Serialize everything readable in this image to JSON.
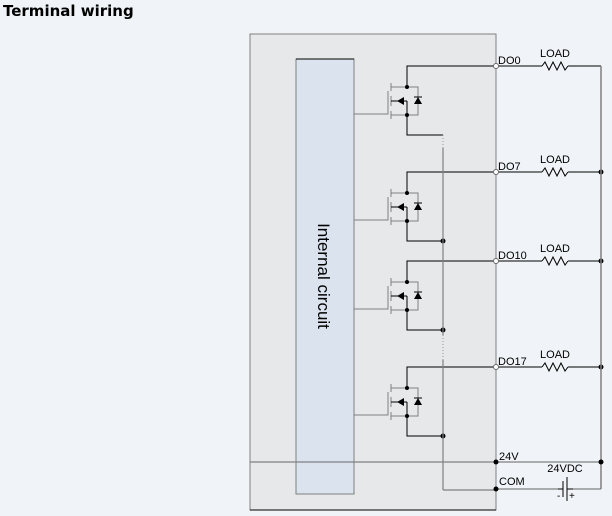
{
  "title": "Terminal wiring",
  "diagram": {
    "internal_block_label": "Internal circuit",
    "outputs": [
      {
        "terminal": "DO0",
        "load_label": "LOAD"
      },
      {
        "terminal": "DO7",
        "load_label": "LOAD"
      },
      {
        "terminal": "DO10",
        "load_label": "LOAD"
      },
      {
        "terminal": "DO17",
        "load_label": "LOAD"
      }
    ],
    "power_terminal": "24V",
    "common_terminal": "COM",
    "supply_label": "24VDC",
    "supply_minus": "-",
    "supply_plus": "+",
    "colors": {
      "background": "#f0f3f7",
      "module_fill": "#e6e8e9",
      "internal_block_fill": "#dae3ee",
      "wire": "#000000",
      "wire_grey": "#808080",
      "terminal_label": "#000000"
    }
  }
}
